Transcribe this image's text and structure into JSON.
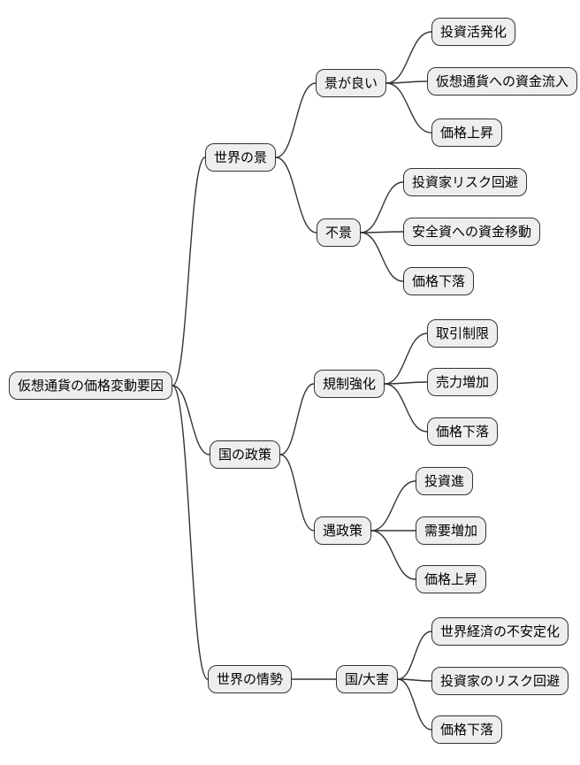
{
  "diagram": {
    "type": "mindmap",
    "root": {
      "label": "仮想通貨の価格変動要因"
    },
    "branches": [
      {
        "label": "世界の景",
        "children": [
          {
            "label": "景が良い",
            "children": [
              {
                "label": "投資活発化"
              },
              {
                "label": "仮想通貨への資金流入"
              },
              {
                "label": "価格上昇"
              }
            ]
          },
          {
            "label": "不景",
            "children": [
              {
                "label": "投資家リスク回避"
              },
              {
                "label": "安全資への資金移動"
              },
              {
                "label": "価格下落"
              }
            ]
          }
        ]
      },
      {
        "label": "国の政策",
        "children": [
          {
            "label": "規制強化",
            "children": [
              {
                "label": "取引制限"
              },
              {
                "label": "売力増加"
              },
              {
                "label": "価格下落"
              }
            ]
          },
          {
            "label": "遇政策",
            "children": [
              {
                "label": "投資進"
              },
              {
                "label": "需要増加"
              },
              {
                "label": "価格上昇"
              }
            ]
          }
        ]
      },
      {
        "label": "世界の情勢",
        "children": [
          {
            "label": "国/大害",
            "children": [
              {
                "label": "世界経済の不安定化"
              },
              {
                "label": "投資家のリスク回避"
              },
              {
                "label": "価格下落"
              }
            ]
          }
        ]
      }
    ],
    "colors": {
      "node_fill": "#eeeeee",
      "node_border": "#333333",
      "edge": "#333333",
      "background": "#ffffff",
      "text": "#000000"
    }
  }
}
